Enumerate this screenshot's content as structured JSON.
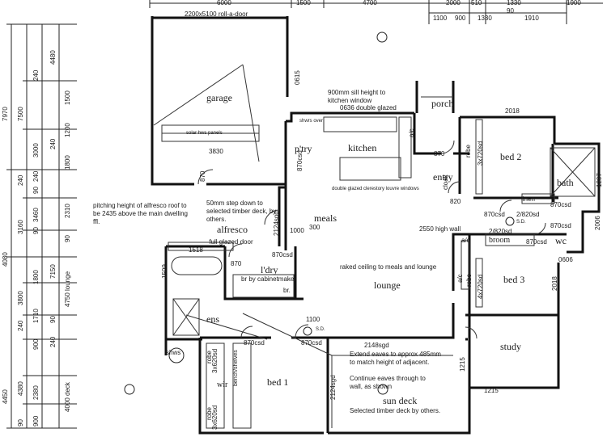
{
  "rooms": {
    "garage": "garage",
    "porch": "porch",
    "kitchen": "kitchen",
    "pantry": "p'try",
    "entry": "entry",
    "bed2": "bed 2",
    "bath": "bath",
    "meals": "meals",
    "alfresco": "alfresco",
    "laundry": "l'dry",
    "lounge": "lounge",
    "bed3": "bed 3",
    "wc": "wc",
    "linen": "linen",
    "broom": "broom",
    "ens": "ens",
    "study": "study",
    "bed1": "bed 1",
    "wir": "wir",
    "sun_deck": "sun deck",
    "robe": "robe",
    "cloak": "cloak",
    "ac": "a/c",
    "shws": "shws",
    "br": "br."
  },
  "notes": {
    "roll_door": "2200x5100 roll-a-door",
    "solar": "solar hws panels",
    "sill": "900mm sill height to kitchen window",
    "double_glazed": "0636 double glazed",
    "shwrs_over": "shwrs over",
    "clerestory": "double glazed clerestory louvre windows",
    "pitching": "pitching height of alfresco roof to be 2435 above the main dwelling ffl.",
    "step_down": "50mm step down to selected timber deck, by others.",
    "full_glazed": "full glazed door",
    "cabinetmaker": "br by cabinetmaker",
    "high_wall": "2550 high wall",
    "raked": "raked ceiling to meals and lounge",
    "eaves": "Extend eaves to approx 485mm to match height of adjacent.",
    "continue_eaves": "Continue eaves through to wall, as shown",
    "timber_deck": "Selected timber deck by others.",
    "bench_shelves": "bench/shelves",
    "sd": "S.D."
  },
  "dims_top": [
    "6000",
    "1500",
    "4700",
    "2000",
    "510",
    "1330",
    "1900",
    "1100",
    "900",
    "1330",
    "1910",
    "90"
  ],
  "dims_plan": {
    "d3830": "3830",
    "d870a": "870",
    "d870b": "870csd",
    "d2124a": "2124sgd",
    "d300": "300",
    "d1000": "1000",
    "d1518": "1518",
    "d1509": "1509",
    "d870c": "870",
    "d870d": "870csd",
    "d870e": "870csd",
    "d870f": "870csd",
    "d1100": "1100",
    "d2148": "2148sgd",
    "d2124b": "2124sgd",
    "d1215a": "1215",
    "d1215b": "1215",
    "d2018a": "2018",
    "d2018b": "2018",
    "d3x720a": "3x720sd",
    "d820": "820",
    "d870g": "870csd",
    "d2820a": "2/820sd",
    "d870h": "870csd",
    "d2820b": "2/820sd",
    "d870i": "870csd",
    "d870j": "870csd",
    "d0606": "0606",
    "d2006": "2006",
    "d1207": "1207",
    "d4x720": "4x720sd",
    "d3x620a": "3x620sd",
    "d3x620b": "3x620sd",
    "d0615": "0615",
    "d1870": "870"
  },
  "dims_left": {
    "c1": [
      "7970",
      "4080",
      "4450"
    ],
    "c2": [
      "7500",
      "240",
      "3160",
      "3800",
      "240",
      "4380",
      "90"
    ],
    "c3": [
      "240",
      "3000",
      "240",
      "90",
      "3460",
      "90",
      "1800",
      "1710",
      "900",
      "2380",
      "900"
    ],
    "c4": [
      "4480",
      "1500",
      "1200",
      "240",
      "1800",
      "2310",
      "90",
      "7150",
      "90",
      "240",
      "4750 lounge",
      "4000 deck"
    ]
  }
}
